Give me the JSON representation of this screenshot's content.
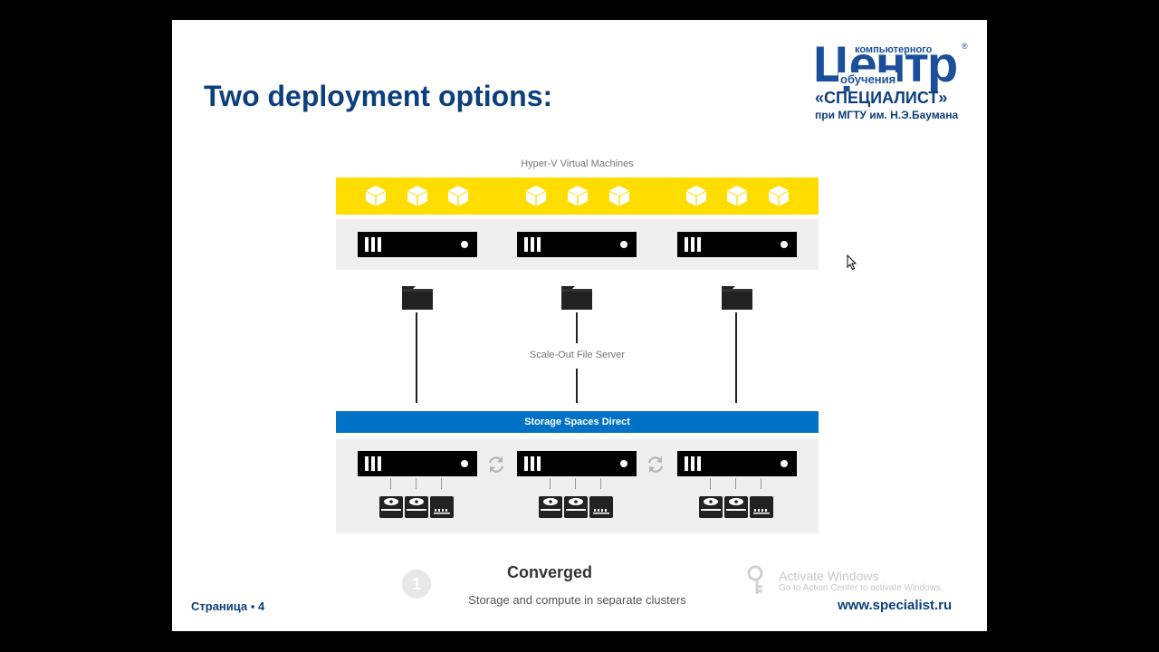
{
  "slide": {
    "title": "Two deployment options:",
    "page_label": "Страница ▪ 4",
    "website": "www.specialist.ru"
  },
  "logo": {
    "main": "Центр",
    "line_top": "компьютерного",
    "line_mid": "обучения",
    "brand": "«СПЕЦИАЛИСТ»",
    "affiliation": "при МГТУ им. Н.Э.Баумана",
    "registered": "®"
  },
  "diagram": {
    "vm_label": "Hyper-V Virtual Machines",
    "sofs_label": "Scale-Out File Server",
    "s2d_label": "Storage Spaces Direct",
    "option_number": "1",
    "option_title": "Converged",
    "option_description": "Storage and compute in separate clusters"
  },
  "watermark": {
    "line1": "Activate Windows",
    "line2": "Go to Action Center to activate Windows."
  },
  "colors": {
    "vm_band": "#ffdd00",
    "s2d_band": "#0072c6",
    "title": "#0d3f7c"
  }
}
